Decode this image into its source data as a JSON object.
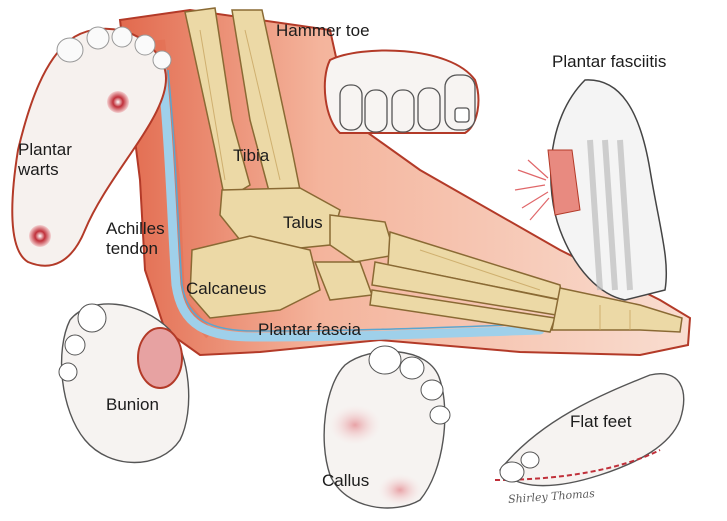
{
  "labels": {
    "hammer_toe": "Hammer toe",
    "plantar_fasciitis": "Plantar fasciitis",
    "plantar_warts": [
      "Plantar",
      "warts"
    ],
    "tibia": "Tibia",
    "talus": "Talus",
    "achilles_tendon": [
      "Achilles",
      "tendon"
    ],
    "calcaneus": "Calcaneus",
    "plantar_fascia": "Plantar fascia",
    "bunion": "Bunion",
    "flat_feet": "Flat feet",
    "callus": "Callus"
  },
  "signature": "Shirley Thomas",
  "colors": {
    "skin": "#f2c7b4",
    "skin_shadow": "#e9836a",
    "outline": "#b33a28",
    "bone": "#ecd9a6",
    "bone_shadow": "#c8a562",
    "tendon": "#9fd0ea",
    "lesion": "#c0303a",
    "sketch": "#dcdcdc"
  }
}
